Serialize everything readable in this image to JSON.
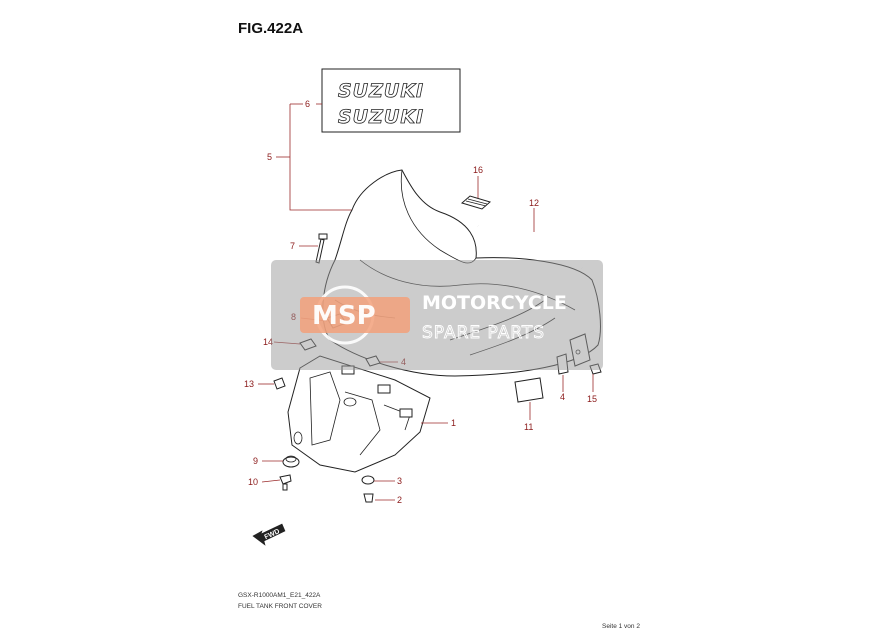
{
  "figure": {
    "title": "FIG.422A",
    "model_code": "GSX-R1000AM1_E21_422A",
    "section_name": "FUEL TANK FRONT COVER",
    "page_indicator": "Seite 1 von 2"
  },
  "emblem_label": {
    "logo_text_top": "SUZUKI",
    "logo_text_bottom": "SUZUKI"
  },
  "watermark": {
    "badge": "MSP",
    "line1": "MOTORCYCLE",
    "line2": "SPARE PARTS"
  },
  "direction_arrow": {
    "label": "FWD"
  },
  "callouts": [
    {
      "id": "c1",
      "number": "1"
    },
    {
      "id": "c2",
      "number": "2"
    },
    {
      "id": "c3",
      "number": "3"
    },
    {
      "id": "c4a",
      "number": "4"
    },
    {
      "id": "c4b",
      "number": "4"
    },
    {
      "id": "c5",
      "number": "5"
    },
    {
      "id": "c6",
      "number": "6"
    },
    {
      "id": "c7",
      "number": "7"
    },
    {
      "id": "c8",
      "number": "8"
    },
    {
      "id": "c9",
      "number": "9"
    },
    {
      "id": "c10",
      "number": "10"
    },
    {
      "id": "c11",
      "number": "11"
    },
    {
      "id": "c12",
      "number": "12"
    },
    {
      "id": "c13",
      "number": "13"
    },
    {
      "id": "c14",
      "number": "14"
    },
    {
      "id": "c15",
      "number": "15"
    },
    {
      "id": "c16",
      "number": "16"
    }
  ]
}
